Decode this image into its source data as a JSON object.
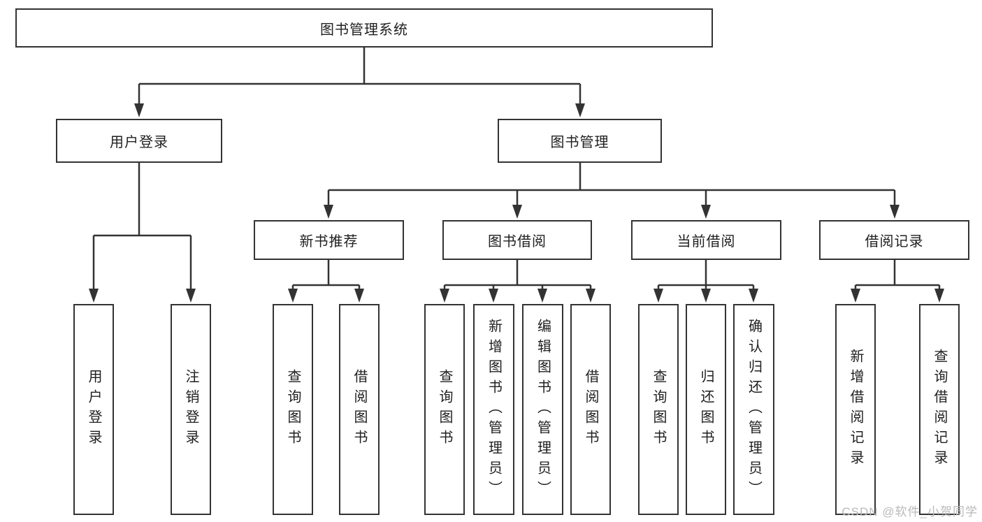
{
  "title": "图书管理系统",
  "colors": {
    "line": "#333333",
    "box_border": "#333333",
    "text": "#1f1f1f",
    "watermark": "#b9b9b9",
    "background": "#ffffff"
  },
  "tree": {
    "root": {
      "label": "图书管理系统"
    },
    "branches": [
      {
        "label": "用户登录",
        "children": [
          {
            "label": "用户登录"
          },
          {
            "label": "注销登录"
          }
        ]
      },
      {
        "label": "图书管理",
        "children": [
          {
            "label": "新书推荐",
            "children": [
              {
                "label": "查询图书"
              },
              {
                "label": "借阅图书"
              }
            ]
          },
          {
            "label": "图书借阅",
            "children": [
              {
                "label": "查询图书"
              },
              {
                "label": "新增图书（管理员）"
              },
              {
                "label": "编辑图书（管理员）"
              },
              {
                "label": "借阅图书"
              }
            ]
          },
          {
            "label": "当前借阅",
            "children": [
              {
                "label": "查询图书"
              },
              {
                "label": "归还图书"
              },
              {
                "label": "确认归还（管理员）"
              }
            ]
          },
          {
            "label": "借阅记录",
            "children": [
              {
                "label": "新增借阅记录"
              },
              {
                "label": "查询借阅记录"
              }
            ]
          }
        ]
      }
    ]
  },
  "watermark": {
    "text": "CSDN @软件_小贺同学"
  }
}
